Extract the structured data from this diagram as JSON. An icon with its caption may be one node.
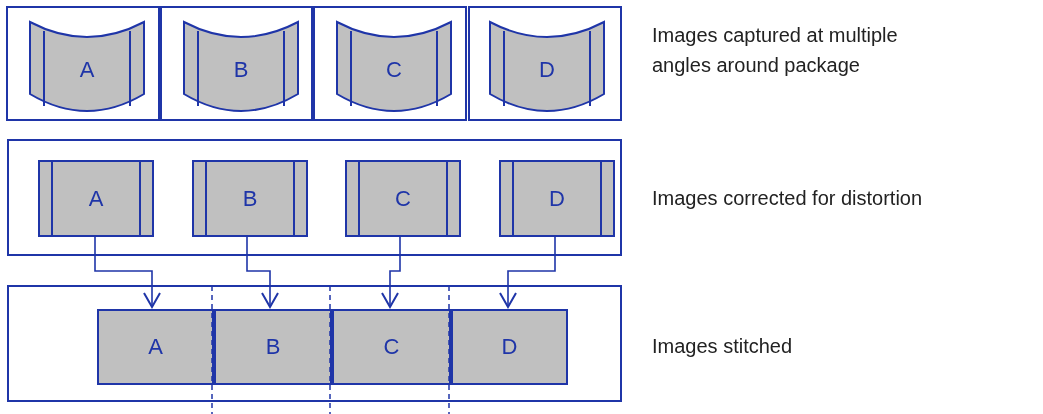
{
  "diagram": {
    "nodes": [
      {
        "text": [],
        "shape": "box"
      },
      {
        "text": [
          "A"
        ],
        "in": 0
      },
      {
        "text": [],
        "shape": "box"
      },
      {
        "text": [
          "B"
        ],
        "in": 2
      },
      {
        "text": [],
        "shape": "box"
      },
      {
        "text": [
          "C"
        ],
        "in": 4
      },
      {
        "text": [],
        "shape": "box"
      },
      {
        "text": [
          "D"
        ],
        "in": 6
      },
      {
        "text": [],
        "shape": "box"
      },
      {
        "text": [
          "A"
        ],
        "in": 8
      },
      {
        "text": [
          "B"
        ],
        "in": 8
      },
      {
        "text": [
          "C"
        ],
        "in": 8
      },
      {
        "text": [
          "D"
        ],
        "in": 8
      },
      {
        "text": [],
        "shape": "box"
      },
      {
        "text": [
          "A"
        ],
        "in": 13
      },
      {
        "text": [
          "B"
        ],
        "in": 13
      },
      {
        "text": [
          "C"
        ],
        "in": 13
      },
      {
        "text": [
          "D"
        ],
        "in": 13
      }
    ],
    "edges": [
      {
        "from": 9,
        "to": 14,
        "arrow": "to"
      },
      {
        "from": 10,
        "to": 15,
        "arrow": "to"
      },
      {
        "from": 11,
        "to": 16,
        "arrow": "to"
      },
      {
        "from": 12,
        "to": 17,
        "arrow": "to"
      }
    ],
    "labels": [
      "Images captured at multiple angles around package",
      "Images corrected for distortion",
      "Images stitched"
    ]
  }
}
